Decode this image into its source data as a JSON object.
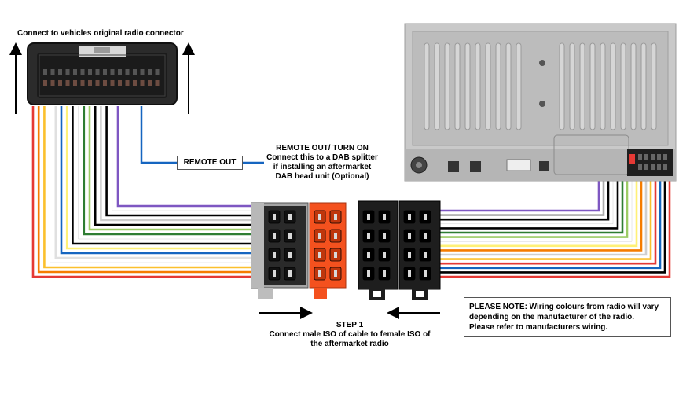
{
  "labels": {
    "top_left": "Connect to vehicles original radio connector",
    "remote_out_box": "REMOTE OUT",
    "remote_note": [
      "REMOTE OUT/ TURN ON",
      "Connect this to a DAB splitter",
      "if installing an aftermarket",
      "DAB head unit (Optional)"
    ],
    "step": [
      "STEP 1",
      "Connect male ISO of cable to female ISO of",
      "the aftermarket radio"
    ],
    "please_note": [
      "PLEASE NOTE: Wiring colours from radio will vary",
      "depending on the manufacturer of the radio.",
      "Please refer to manufacturers wiring."
    ]
  },
  "colors": {
    "left_wires": [
      "#e53935",
      "#f57c00",
      "#fbc02d",
      "#ffffff",
      "#e0e0e0",
      "#1565c0",
      "#fff176",
      "#000000",
      "#ffffff",
      "#2e7d32",
      "#9ccc65",
      "#000000",
      "#cfcfcf",
      "#000000",
      "#ffffff",
      "#7e57c2"
    ],
    "right_wires": [
      "#7e57c2",
      "#aaaaaa",
      "#000000",
      "#ffffff",
      "#000000",
      "#2e7d32",
      "#9ccc65",
      "#ffffff",
      "#fff176",
      "#f57c00",
      "#cfcfcf",
      "#fbc02d",
      "#e53935",
      "#1565c0",
      "#000000",
      "#e53935"
    ],
    "remote_wire": "#1565c0",
    "orange_connector": "#f4511e",
    "grey_connector": "#9e9e9e",
    "black_connector": "#1e1e1e"
  }
}
